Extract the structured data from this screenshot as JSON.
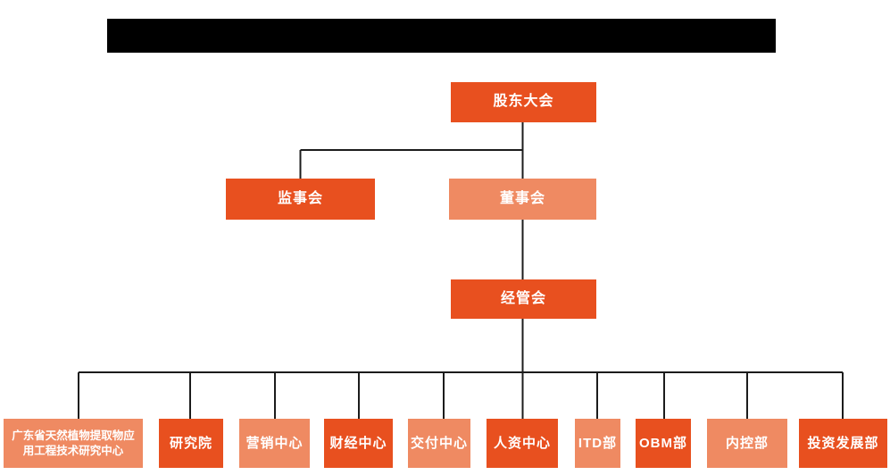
{
  "colors": {
    "primary_orange": "#E8501F",
    "light_orange": "#EF8A62",
    "line_color": "#1C1C1C",
    "redacted_bar": "#000000",
    "background": "#FFFFFF",
    "node_text": "#FFFFFF"
  },
  "org_chart": {
    "level1": {
      "shareholders_meeting": "股东大会"
    },
    "level2": {
      "supervisory_board": "监事会",
      "board_of_directors": "董事会"
    },
    "level3": {
      "management_committee": "经管会"
    },
    "level4": {
      "research_center": "广东省天然植物提取物应用工程技术研究中心",
      "research_institute": "研究院",
      "marketing_center": "营销中心",
      "finance_center": "财经中心",
      "delivery_center": "交付中心",
      "hr_center": "人资中心",
      "itd_department": "ITD部",
      "obm_department": "OBM部",
      "internal_control_department": "内控部",
      "investment_development_department": "投资发展部"
    }
  }
}
